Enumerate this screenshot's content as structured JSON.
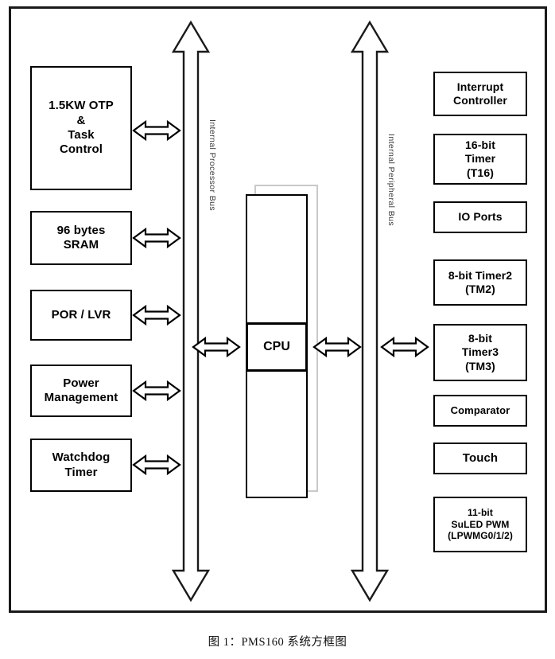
{
  "figure": {
    "caption": "图 1：PMS160 系统方框图",
    "title": "PMS160 系统方框图"
  },
  "buses": [
    {
      "id": "internal-processor-bus",
      "label": "Internal Processor Bus",
      "orientation": "vertical",
      "arrowheads": "both"
    },
    {
      "id": "internal-peripheral-bus",
      "label": "Internal Peripheral Bus",
      "orientation": "vertical",
      "arrowheads": "both"
    }
  ],
  "core": {
    "label": "CPU"
  },
  "left_blocks": [
    {
      "id": "otp-task-control",
      "lines": [
        "1.5KW OTP",
        "&",
        "Task",
        "Control"
      ],
      "font_size": 15
    },
    {
      "id": "sram",
      "lines": [
        "96 bytes",
        "SRAM"
      ],
      "font_size": 15
    },
    {
      "id": "por-lvr",
      "lines": [
        "POR / LVR"
      ],
      "font_size": 15
    },
    {
      "id": "power-management",
      "lines": [
        "Power",
        "Management"
      ],
      "font_size": 15
    },
    {
      "id": "watchdog-timer",
      "lines": [
        "Watchdog",
        "Timer"
      ],
      "font_size": 15
    }
  ],
  "right_blocks": [
    {
      "id": "interrupt-controller",
      "lines": [
        "Interrupt",
        "Controller"
      ],
      "font_size": 14
    },
    {
      "id": "timer-t16",
      "lines": [
        "16-bit",
        "Timer",
        "(T16)"
      ],
      "font_size": 14
    },
    {
      "id": "io-ports",
      "lines": [
        "IO Ports"
      ],
      "font_size": 14
    },
    {
      "id": "timer-tm2",
      "lines": [
        "8-bit  Timer2",
        "(TM2)"
      ],
      "font_size": 14
    },
    {
      "id": "timer-tm3",
      "lines": [
        "8-bit",
        "Timer3",
        "(TM3)"
      ],
      "font_size": 14
    },
    {
      "id": "comparator",
      "lines": [
        "Comparator"
      ],
      "font_size": 13
    },
    {
      "id": "touch",
      "lines": [
        "Touch"
      ],
      "font_size": 15
    },
    {
      "id": "suled-pwm",
      "lines": [
        "11-bit",
        "SuLED PWM",
        "(LPWMG0/1/2)"
      ],
      "font_size": 12
    }
  ],
  "connectors": [
    {
      "id": "conn-otp",
      "type": "double-arrow-horizontal"
    },
    {
      "id": "conn-sram",
      "type": "double-arrow-horizontal"
    },
    {
      "id": "conn-por-lvr",
      "type": "double-arrow-horizontal"
    },
    {
      "id": "conn-power-management",
      "type": "double-arrow-horizontal"
    },
    {
      "id": "conn-watchdog",
      "type": "double-arrow-horizontal"
    },
    {
      "id": "conn-cpu-left",
      "type": "double-arrow-horizontal"
    },
    {
      "id": "conn-cpu-right",
      "type": "double-arrow-horizontal"
    },
    {
      "id": "conn-peripheral",
      "type": "double-arrow-horizontal"
    }
  ],
  "colors": {
    "line": "#000000",
    "frame": "#1a1a1a",
    "shadow": "#c9c9c9",
    "background": "#ffffff",
    "bus_label": "#3a3a3a"
  }
}
